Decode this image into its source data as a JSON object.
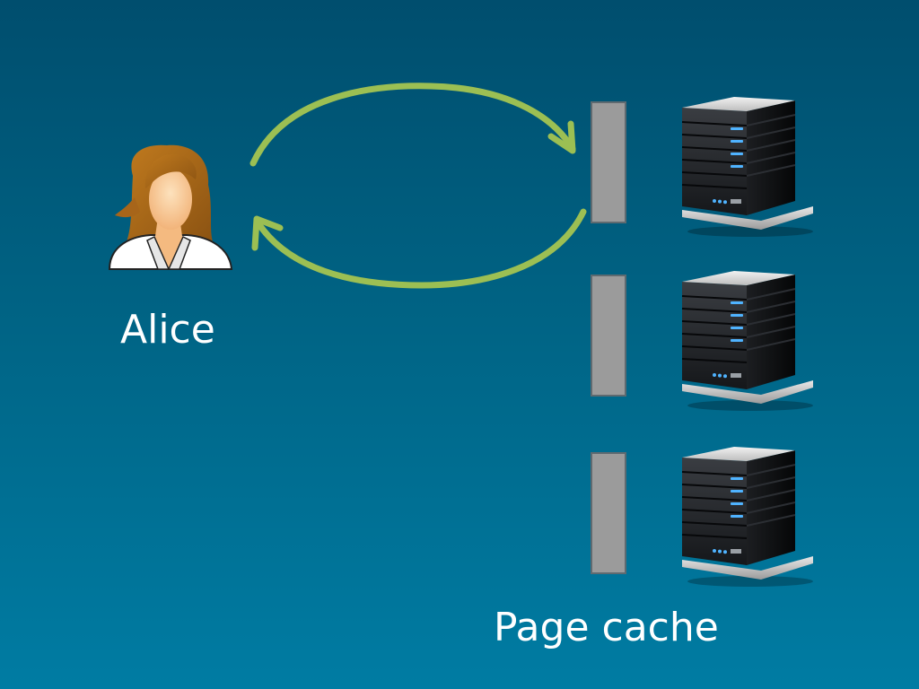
{
  "labels": {
    "user": "Alice",
    "cache": "Page cache"
  },
  "icons": {
    "user": "person-icon",
    "server": "server-icon",
    "cache_block": "cache-block"
  },
  "colors": {
    "arrow": "#9cbf53",
    "cache_block": "#9b9b9b",
    "cache_block_border": "#5f6a70",
    "server_led": "#4fb3ff"
  }
}
